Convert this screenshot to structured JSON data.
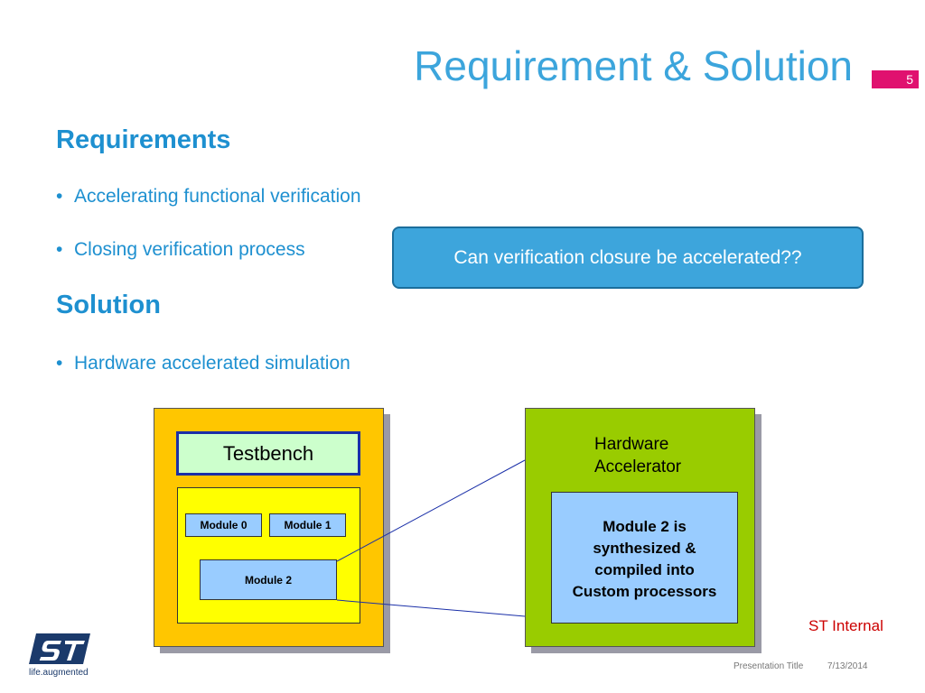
{
  "slide": {
    "title": "Requirement & Solution",
    "page_number": "5"
  },
  "requirements": {
    "heading": "Requirements",
    "bullets": [
      "Accelerating functional verification",
      "Closing verification process"
    ]
  },
  "solution": {
    "heading": "Solution",
    "bullets": [
      "Hardware accelerated simulation"
    ]
  },
  "callout": "Can verification closure be accelerated??",
  "diagram": {
    "testbench": "Testbench",
    "module_0": "Module 0",
    "module_1": "Module 1",
    "module_2": "Module 2",
    "hw_accelerator": [
      "Hardware",
      "Accelerator"
    ],
    "synth_text": [
      "Module 2 is",
      "synthesized &",
      "compiled into",
      "Custom processors"
    ]
  },
  "footer": {
    "st_internal": "ST Internal",
    "presentation_title": "Presentation Title",
    "date": "7/13/2014",
    "logo_tagline": "life.augmented"
  },
  "colors": {
    "accent_blue": "#3ca5dc",
    "text_blue": "#1e90d0",
    "page_badge": "#e0116f",
    "st_internal": "#cc0000"
  }
}
